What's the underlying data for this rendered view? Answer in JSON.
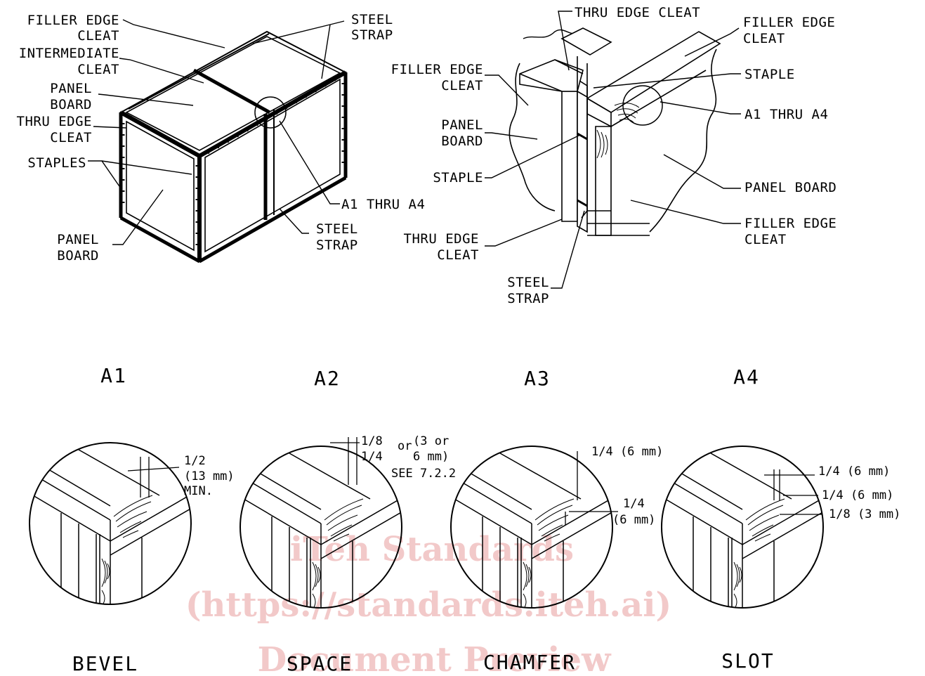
{
  "watermark": [
    "iTeh Standards",
    "(https://standards.iteh.ai)",
    "Document Preview"
  ],
  "box_view": {
    "filler_edge_cleat": [
      "FILLER EDGE",
      "CLEAT"
    ],
    "intermediate_cleat": [
      "INTERMEDIATE",
      "CLEAT"
    ],
    "panel_board_top": [
      "PANEL",
      "BOARD"
    ],
    "thru_edge_cleat": [
      "THRU EDGE",
      "CLEAT"
    ],
    "staples": "STAPLES",
    "panel_board_bottom": [
      "PANEL",
      "BOARD"
    ],
    "steel_strap_top": [
      "STEEL",
      "STRAP"
    ],
    "steel_strap_bottom": [
      "STEEL",
      "STRAP"
    ],
    "a1_thru_a4": "A1 THRU A4"
  },
  "detail_view": {
    "thru_edge_cleat_top": "THRU EDGE CLEAT",
    "filler_edge_cleat_right": [
      "FILLER EDGE",
      "CLEAT"
    ],
    "staple_right": "STAPLE",
    "a1_thru_a4": "A1 THRU A4",
    "filler_edge_cleat_left": [
      "FILLER EDGE",
      "CLEAT"
    ],
    "panel_board_left": [
      "PANEL",
      "BOARD"
    ],
    "staple_left": "STAPLE",
    "panel_board_right": "PANEL BOARD",
    "filler_edge_cleat_lower": [
      "FILLER EDGE",
      "CLEAT"
    ],
    "thru_edge_cleat_lower": [
      "THRU EDGE",
      "CLEAT"
    ],
    "steel_strap": [
      "STEEL",
      "STRAP"
    ]
  },
  "variant_ids": [
    "A1",
    "A2",
    "A3",
    "A4"
  ],
  "variant_names": [
    "BEVEL",
    "SPACE",
    "CHAMFER",
    "SLOT"
  ],
  "dims": {
    "bevel": [
      "1/2",
      "(13 mm)",
      "MIN."
    ],
    "space": [
      "1/8",
      "or",
      "(3 or",
      "1/4",
      "6 mm)",
      "SEE 7.2.2"
    ],
    "chamfer": [
      "1/4 (6 mm)",
      "1/4",
      "(6 mm)"
    ],
    "slot": [
      "1/4 (6 mm)",
      "1/4 (6 mm)",
      "1/8 (3 mm)"
    ]
  }
}
